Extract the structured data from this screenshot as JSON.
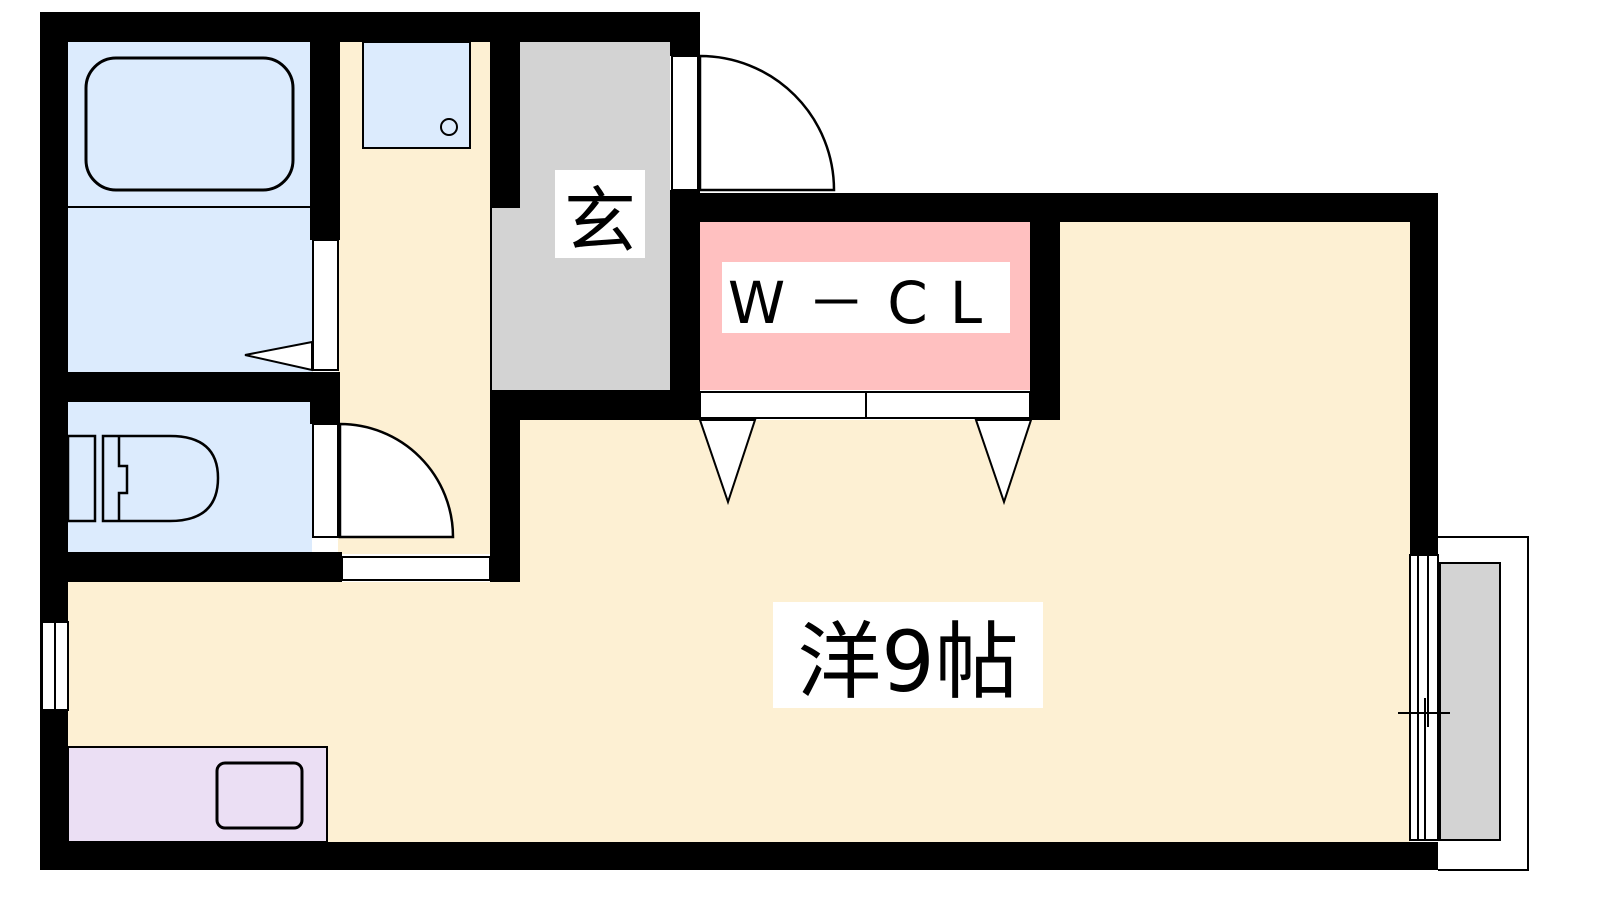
{
  "floor_plan": {
    "rooms": {
      "entrance": {
        "label": "玄"
      },
      "walk_in_closet": {
        "label": "W－CL"
      },
      "western_room": {
        "label": "洋9帖"
      }
    },
    "colors": {
      "wall": "#000000",
      "wet_area": "#dcebfd",
      "floor": "#fdf0d3",
      "entrance": "#d3d3d3",
      "closet": "#ffc0c0",
      "kitchen": "#ebdff4",
      "balcony": "#d3d3d3"
    }
  }
}
